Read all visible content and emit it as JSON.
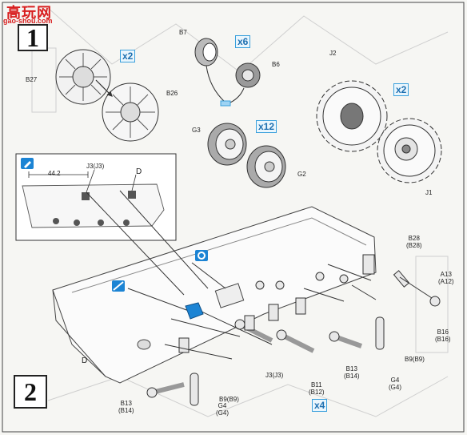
{
  "watermark": {
    "main": "高玩网",
    "sub": "gao-shou.com"
  },
  "steps": {
    "step1": "1",
    "step2": "2"
  },
  "labels": {
    "b7": "B7",
    "b6": "B6",
    "b27": "B27",
    "b26": "B26",
    "g3": "G3",
    "g2": "G2",
    "j2": "J2",
    "j1": "J1",
    "j3_inset": "J3(J3)",
    "d_inset": "D",
    "d_hull": "D",
    "b28": "B28\n(B28)",
    "a13": "A13\n(A12)",
    "b16": "B16\n(B16)",
    "b9_right": "B9(B9)",
    "b13_right": "B13\n(B14)",
    "g4_right": "G4\n(G4)",
    "b11": "B11\n(B12)",
    "j3_bottom": "J3(J3)",
    "b9_bottom": "B9(B9)",
    "b13_left": "B13\n(B14)",
    "g4_left": "G4\n(G4)"
  },
  "dimension": {
    "value": "44.2"
  },
  "quantities": [
    {
      "id": "q_b27",
      "text": "x2"
    },
    {
      "id": "q_b7",
      "text": "x6"
    },
    {
      "id": "q_g3",
      "text": "x12"
    },
    {
      "id": "q_j2",
      "text": "x2"
    },
    {
      "id": "q_b11",
      "text": "x4"
    }
  ],
  "icons": [
    "glue-icon",
    "cement-badge-icon",
    "photo-etch-icon",
    "part-drop-icon"
  ],
  "colors": {
    "accent_blue": "#1c84d4",
    "watermark_red": "#d81e1e",
    "line": "#444444"
  }
}
